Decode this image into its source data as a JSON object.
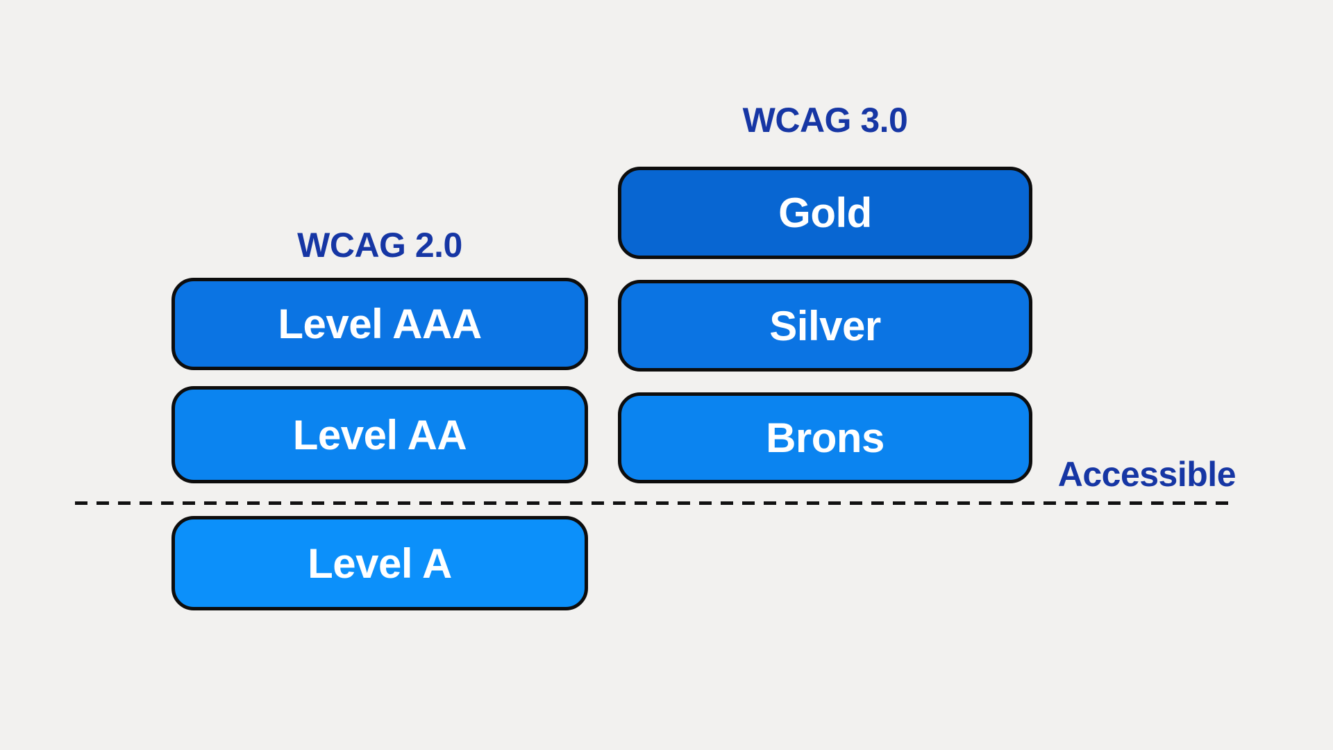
{
  "diagram": {
    "background": "#f2f1ef",
    "colors": {
      "heading_text": "#1636a4",
      "box_border": "#0d0d0d",
      "box_text": "#ffffff",
      "divider_line": "#111111"
    },
    "columns": [
      {
        "heading": "WCAG 2.0",
        "boxes": [
          {
            "label": "Level AAA",
            "fill": "#0b74e3"
          },
          {
            "label": "Level AA",
            "fill": "#0b84f0"
          },
          {
            "label": "Level A",
            "fill": "#0c90fa"
          }
        ]
      },
      {
        "heading": "WCAG 3.0",
        "boxes": [
          {
            "label": "Gold",
            "fill": "#0866d2"
          },
          {
            "label": "Silver",
            "fill": "#0b74e3"
          },
          {
            "label": "Brons",
            "fill": "#0b84f0"
          }
        ]
      }
    ],
    "threshold": {
      "label": "Accessible"
    }
  }
}
